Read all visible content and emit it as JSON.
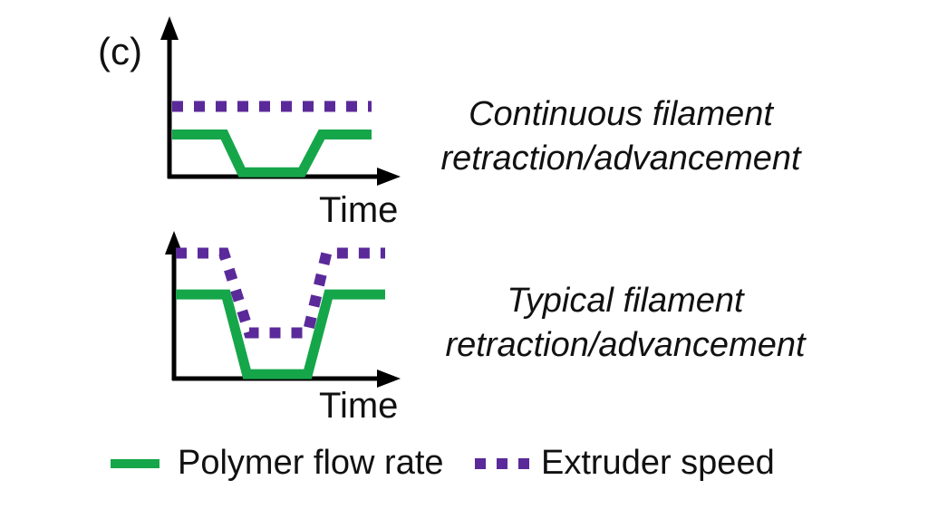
{
  "figure": {
    "panel_label": "(c)",
    "colors": {
      "polymer_flow": "#16a64a",
      "extruder_speed": "#5b2a9a",
      "axis": "#000000"
    }
  },
  "panels": [
    {
      "caption_line1": "Continuous filament",
      "caption_line2": "retraction/advancement",
      "x_label": "Time"
    },
    {
      "caption_line1": "Typical filament",
      "caption_line2": "retraction/advancement",
      "x_label": "Time"
    }
  ],
  "legend": [
    {
      "label": "Polymer flow rate",
      "style": "solid",
      "color_key": "polymer_flow"
    },
    {
      "label": "Extruder speed",
      "style": "dotted",
      "color_key": "extruder_speed"
    }
  ],
  "chart_data": [
    {
      "type": "line",
      "title": "Continuous filament retraction/advancement",
      "xlabel": "Time",
      "ylabel": "",
      "xlim": [
        0,
        10
      ],
      "ylim": [
        0,
        10
      ],
      "series": [
        {
          "name": "Extruder speed",
          "style": "dotted",
          "x": [
            0,
            10
          ],
          "y": [
            5,
            5
          ]
        },
        {
          "name": "Polymer flow rate",
          "style": "solid",
          "x": [
            0,
            2.6,
            3.5,
            6.5,
            7.5,
            10
          ],
          "y": [
            3,
            3,
            0.3,
            0.3,
            3,
            3
          ]
        }
      ]
    },
    {
      "type": "line",
      "title": "Typical filament retraction/advancement",
      "xlabel": "Time",
      "ylabel": "",
      "xlim": [
        0,
        10
      ],
      "ylim": [
        0,
        10
      ],
      "series": [
        {
          "name": "Extruder speed",
          "style": "dotted",
          "x": [
            0,
            2.3,
            3.5,
            6.3,
            7.2,
            10
          ],
          "y": [
            8.5,
            8.5,
            3.1,
            3.1,
            8.5,
            8.5
          ]
        },
        {
          "name": "Polymer flow rate",
          "style": "solid",
          "x": [
            0,
            2.4,
            3.4,
            6.3,
            7.3,
            10
          ],
          "y": [
            5.7,
            5.7,
            0.3,
            0.3,
            5.7,
            5.7
          ]
        }
      ]
    }
  ]
}
